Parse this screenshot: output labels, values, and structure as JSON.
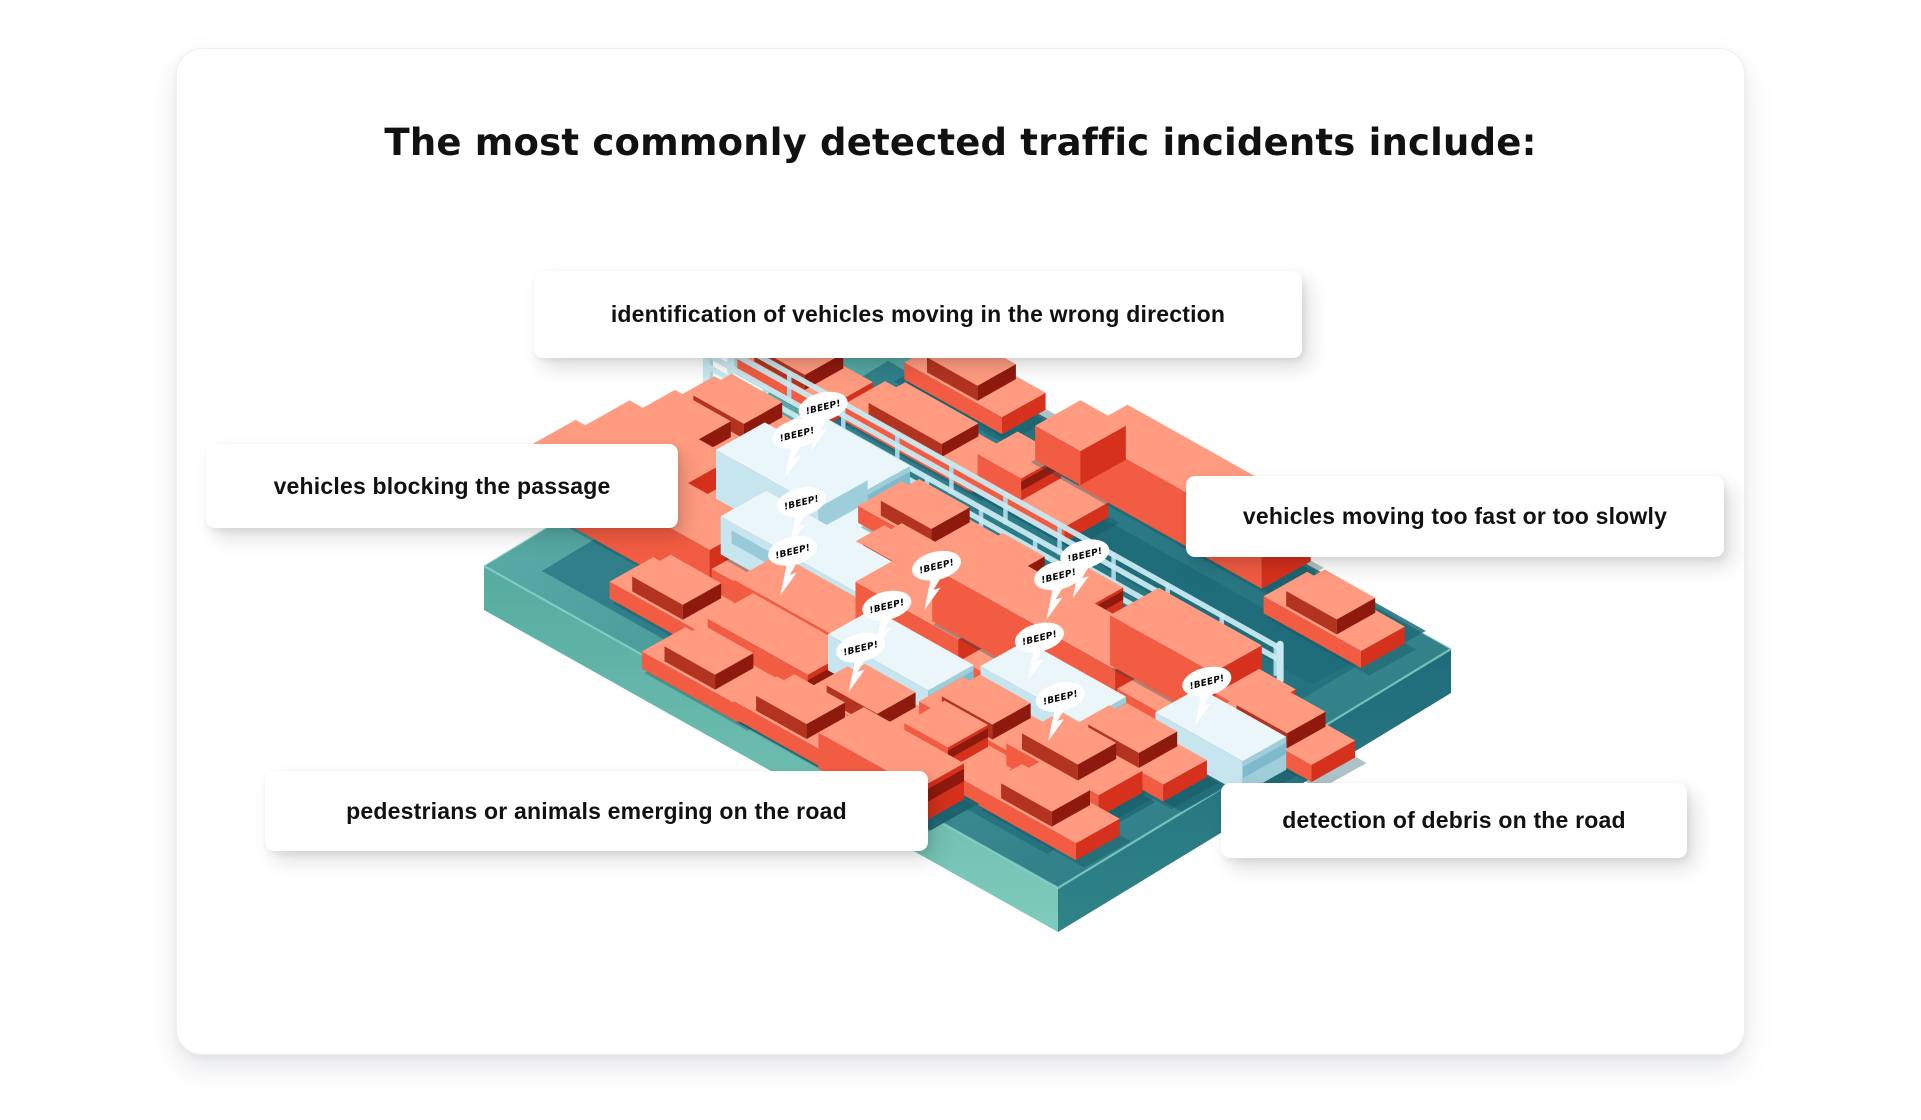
{
  "title": "The most commonly detected traffic incidents include:",
  "callouts": [
    {
      "id": "wrong-direction",
      "label": "identification of vehicles moving in the wrong direction"
    },
    {
      "id": "blocking-passage",
      "label": "vehicles blocking the passage"
    },
    {
      "id": "speed-anomaly",
      "label": "vehicles moving too fast or too slowly"
    },
    {
      "id": "pedestrians-animals",
      "label": "pedestrians or animals emerging on the road"
    },
    {
      "id": "debris",
      "label": "detection of debris on the road"
    }
  ],
  "illustration": {
    "beep": "!BEEP!",
    "palette": {
      "surface_light": "#63B8AE",
      "surface_dark": "#26727F",
      "road_light": "#35858F",
      "road_dark": "#226E7C",
      "lane_slot": "#1E6B79",
      "side_left_top": "#55AB9F",
      "side_left_bottom": "#7FCBBC",
      "side_right_top": "#1F6B7B",
      "side_right_bottom": "#2F8487",
      "rim": "#8ED5C9",
      "red_top": "#FF9B80",
      "red_side": "#F25C42",
      "red_front": "#D5311C",
      "red_window": "#8E1A0E",
      "red_window2": "#B23420",
      "ghost_top": "#EAF6F9",
      "ghost_side": "#C7E5EE",
      "ghost_front": "#9FCEDB",
      "ghost_window": "#7FB9CC",
      "ghost_window2": "#92C6D6",
      "rail": "#C9E9F1",
      "rail_post": "#A9D6E2",
      "shadow": "#14505C",
      "bubble_fill": "#FFFFFF",
      "bubble_text": "#000000",
      "text_color": "#111111",
      "card_background": "#FFFFFF"
    }
  }
}
